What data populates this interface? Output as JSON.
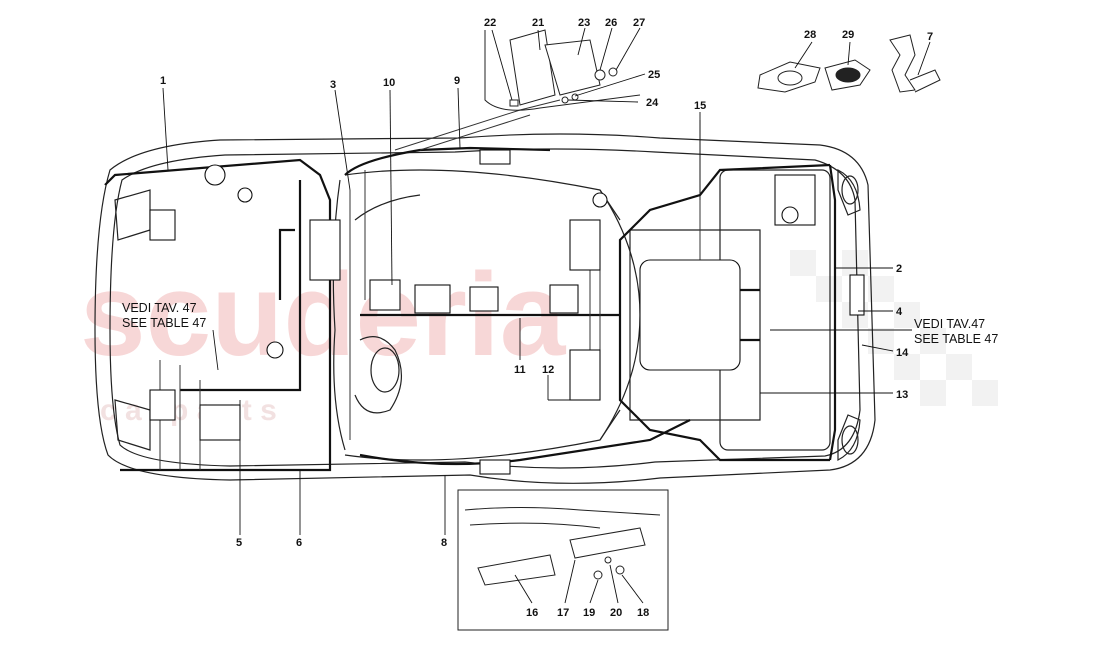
{
  "diagram": {
    "note_left": {
      "line1": "VEDI TAV. 47",
      "line2": "SEE TABLE 47"
    },
    "note_right": {
      "line1": "VEDI TAV.47",
      "line2": "SEE TABLE 47"
    },
    "watermark": {
      "word": "scuderia",
      "sub": "c a r   p a r t s",
      "color": "#f2b8b8"
    },
    "callouts": [
      "1",
      "2",
      "3",
      "4",
      "5",
      "6",
      "7",
      "8",
      "9",
      "10",
      "11",
      "12",
      "13",
      "14",
      "15",
      "16",
      "17",
      "18",
      "19",
      "20",
      "21",
      "22",
      "23",
      "24",
      "25",
      "26",
      "27",
      "28",
      "29"
    ]
  }
}
